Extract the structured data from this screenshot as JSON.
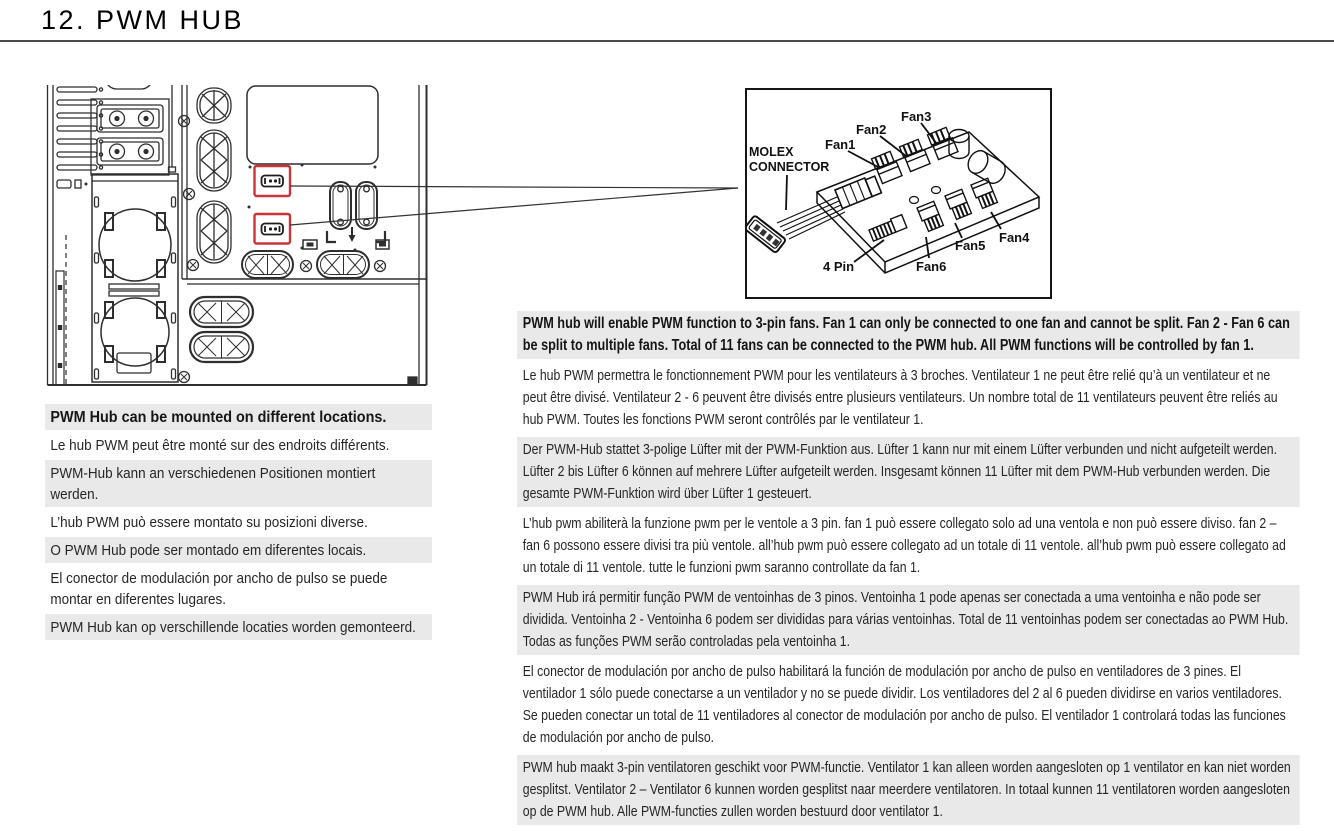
{
  "page": {
    "title": "12. PWM HUB"
  },
  "colors": {
    "accent_red": "#cb3339",
    "shade_gray": "#e9e9e9",
    "text": "#262626",
    "line_art": "#2e2e2e"
  },
  "hub_diagram": {
    "molex_lines": [
      "MOLEX",
      "CONNECTOR"
    ],
    "fan_labels": [
      "Fan1",
      "Fan2",
      "Fan3",
      "Fan4",
      "Fan5",
      "Fan6"
    ],
    "four_pin": "4 Pin"
  },
  "mount_notes": [
    "PWM Hub can be mounted on different locations.",
    "Le hub PWM peut être monté sur des endroits différents.",
    "PWM-Hub kann an verschiedenen Positionen montiert werden.",
    "L’hub PWM può essere montato su posizioni diverse.",
    "O PWM Hub pode ser montado em diferentes locais.",
    "El conector de modulación por ancho de pulso se puede montar en diferentes lugares.",
    "PWM Hub kan op verschillende locaties worden gemonteerd."
  ],
  "descriptions": [
    "PWM hub will enable PWM function to 3-pin fans. Fan 1 can only be connected to one fan and cannot be split. Fan 2 - Fan 6 can be split to multiple fans. Total of 11 fans can be connected to the PWM hub. All PWM functions will be controlled by fan 1.",
    "Le hub PWM permettra le fonctionnement PWM pour les ventilateurs à 3 broches. Ventilateur 1 ne peut être relié qu’à un ventilateur et ne peut être divisé. Ventilateur 2 - 6 peuvent être divisés entre plusieurs ventilateurs. Un nombre total de 11 ventilateurs peuvent être reliés au hub PWM. Toutes les fonctions PWM seront contrôlés par le ventilateur 1.",
    "Der PWM-Hub stattet 3-polige Lüfter mit der PWM-Funktion aus. Lüfter 1 kann nur mit einem Lüfter verbunden und nicht aufgeteilt werden. Lüfter 2 bis Lüfter 6 können auf mehrere Lüfter aufgeteilt werden. Insgesamt können 11 Lüfter mit dem PWM-Hub verbunden werden. Die gesamte PWM-Funktion wird über Lüfter 1 gesteuert.",
    "L’hub pwm abiliterà la funzione pwm per le ventole a 3 pin. fan 1 può essere collegato solo ad una ventola e non può essere diviso. fan 2 – fan 6 possono essere divisi tra più ventole. all’hub pwm può essere collegato ad un totale di 11 ventole. all’hub pwm può essere collegato ad un totale di 11 ventole. tutte le funzioni pwm saranno controllate da fan 1.",
    "PWM Hub irá permitir função PWM de ventoinhas de 3 pinos. Ventoinha 1 pode apenas ser conectada a uma ventoinha e não pode ser dividida. Ventoinha 2 - Ventoinha 6 podem ser divididas para várias ventoinhas. Total de 11 ventoinhas podem ser conectadas ao PWM Hub. Todas as funções PWM serão controladas pela ventoinha 1.",
    "El conector de modulación por ancho de pulso habilitará la función de modulación por ancho de pulso en ventiladores de 3 pines. El ventilador 1 sólo puede conectarse a un ventilador y no se puede dividir. Los ventiladores del 2 al 6 pueden dividirse en varios ventiladores. Se pueden conectar un total de 11 ventiladores al conector de modulación por ancho de pulso. El ventilador 1 controlará todas las funciones de modulación por ancho de pulso.",
    "PWM hub maakt 3-pin ventilatoren geschikt voor PWM-functie. Ventilator 1 kan alleen worden aangesloten op 1 ventilator en kan niet worden gesplitst. Ventilator 2 – Ventilator 6 kunnen worden gesplitst naar meerdere ventilatoren. In totaal kunnen 11 ventilatoren worden aangesloten op de PWM hub. Alle PWM-functies zullen worden bestuurd door ventilator 1."
  ]
}
